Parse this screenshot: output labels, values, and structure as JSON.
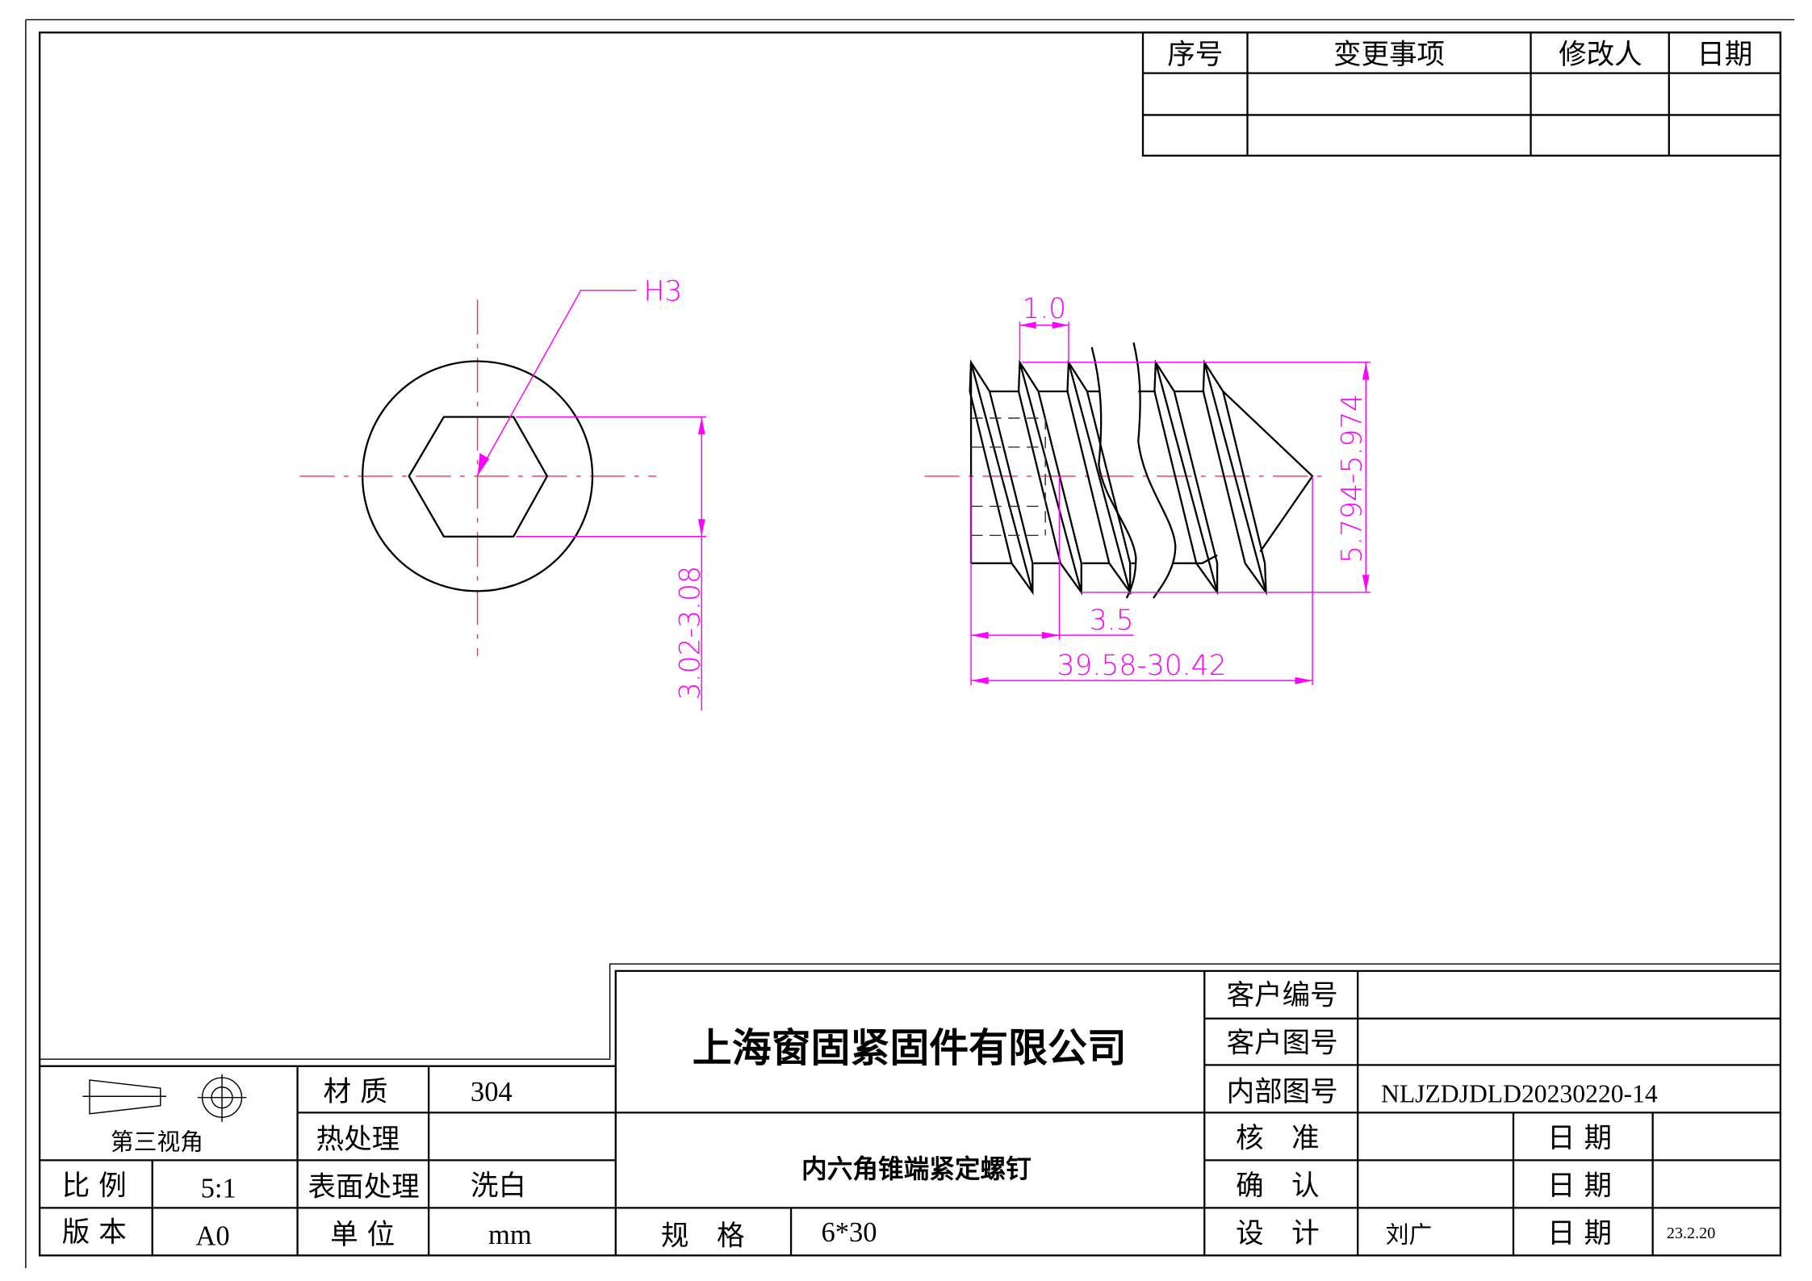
{
  "revision_table": {
    "headers": [
      "序号",
      "变更事项",
      "修改人",
      "日期"
    ]
  },
  "dimensions": {
    "hex_callout": "H3",
    "hex_across_flats": "3.02-3.08",
    "thread_pitch": "1.0",
    "thread_diameter": "5.794-5.974",
    "socket_depth": "3.5",
    "overall_length": "39.58-30.42"
  },
  "title_block": {
    "projection_label": "第三视角",
    "material_label": "材 质",
    "material_value": "304",
    "heat_treatment_label": "热处理",
    "heat_treatment_value": "",
    "surface_label": "表面处理",
    "surface_value": "洗白",
    "unit_label": "单 位",
    "unit_value": "mm",
    "scale_label": "比 例",
    "scale_value": "5:1",
    "version_label": "版 本",
    "version_value": "A0",
    "company": "上海窗固紧固件有限公司",
    "part_name": "内六角锥端紧定螺钉",
    "spec_label": "规　格",
    "spec_value": "6*30",
    "customer_no_label": "客户编号",
    "customer_drawing_label": "客户图号",
    "internal_drawing_label": "内部图号",
    "internal_drawing_value": "NLJZDJDLD20230220-14",
    "approve_label": "核　准",
    "confirm_label": "确　认",
    "design_label": "设　计",
    "designer": "刘广",
    "date_label": "日 期",
    "design_date": "23.2.20"
  },
  "colors": {
    "dimension": "#ff00ff",
    "centerline": "#ff2a5a",
    "outline": "#000000"
  }
}
